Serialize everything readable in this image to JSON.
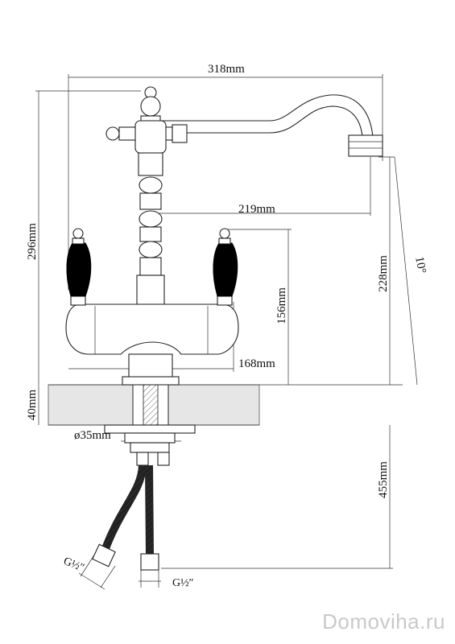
{
  "dimensions": {
    "width_total": "318mm",
    "spout_reach": "219mm",
    "height_total": "296mm",
    "spout_height": "228mm",
    "handle_height": "156mm",
    "base_width": "168mm",
    "deck_thickness": "40mm",
    "mount_diameter": "ø35mm",
    "hose_length": "455mm",
    "spout_angle": "10°",
    "thread_left": "G½″",
    "thread_right": "G½″"
  },
  "watermark": "Domoviha.ru",
  "colors": {
    "line": "#222222",
    "counter_fill": "#e6e6e6",
    "handle_fill": "#000000"
  }
}
